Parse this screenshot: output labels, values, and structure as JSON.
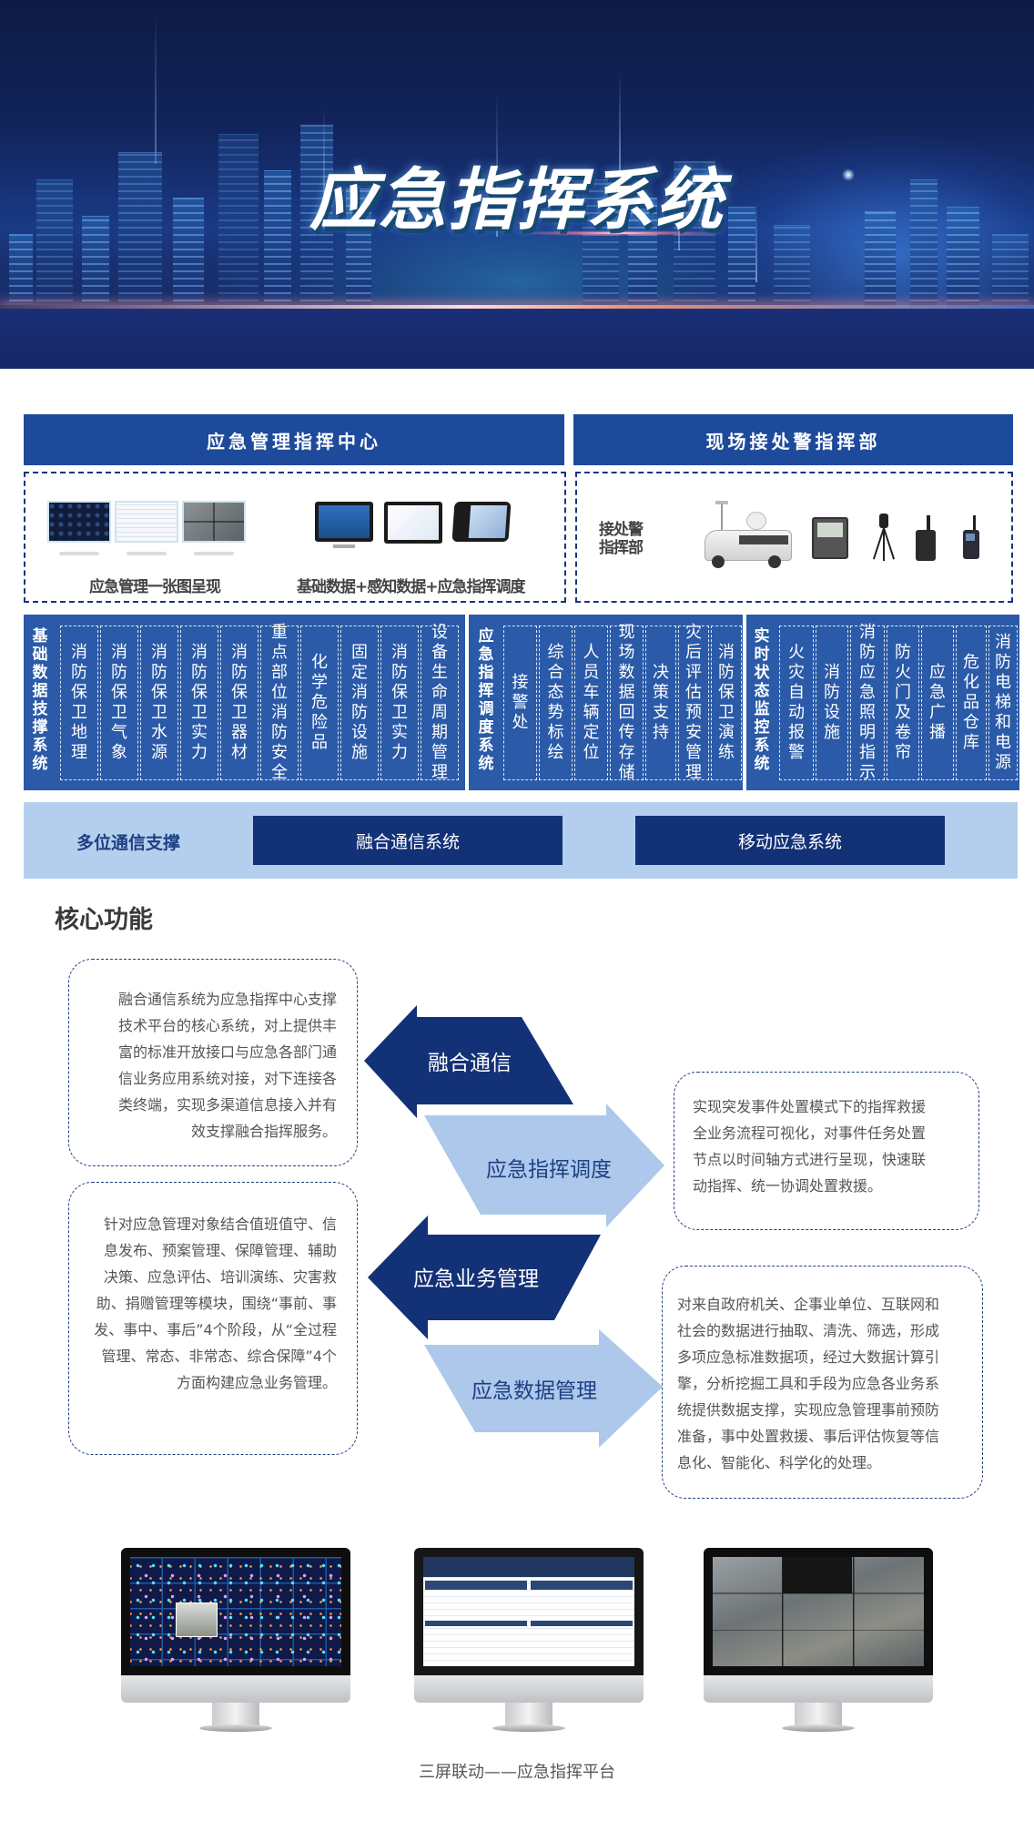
{
  "banner": {
    "title": "应急指挥系统"
  },
  "top": {
    "left_header": "应急管理指挥中心",
    "right_header": "现场接处警指挥部",
    "left_panel": {
      "caption_left": "应急管理一张图呈现",
      "caption_right": "基础数据+感知数据+应急指挥调度",
      "monitors": [
        "map-screen",
        "table-screen",
        "camera-screen"
      ],
      "devices": [
        "desktop-monitor",
        "tablet",
        "video-phone"
      ]
    },
    "right_panel": {
      "label_line1": "接处警",
      "label_line2": "指挥部",
      "devices": [
        "command-vehicle",
        "portable-case",
        "tripod-camera",
        "handheld-terminal",
        "walkie-talkie"
      ]
    }
  },
  "systems": [
    {
      "title": "基础数据技撑系统",
      "items": [
        "消防保卫地理",
        "消防保卫气象",
        "消防保卫水源",
        "消防保卫实力",
        "消防保卫器材",
        "重点部位消防安全",
        "化学危险品",
        "固定消防设施",
        "消防保卫实力",
        "设备生命周期管理"
      ]
    },
    {
      "title": "应急指挥调度系统",
      "items": [
        "接警处",
        "综合态势标绘",
        "人员车辆定位",
        "现场数据回传存储",
        "决策支持",
        "灾后评估预安管理",
        "消防保卫演练"
      ]
    },
    {
      "title": "实时状态监控系统",
      "items": [
        "火灾自动报警",
        "消防设施",
        "消防应急照明指示",
        "防火门及卷帘",
        "应急广播",
        "危化品仓库",
        "消防电梯和电源"
      ]
    }
  ],
  "comm": {
    "label": "多位通信支撑",
    "buttons": [
      "融合通信系统",
      "移动应急系统"
    ]
  },
  "core": {
    "title": "核心功能",
    "arrows": [
      {
        "label": "融合通信",
        "direction": "left",
        "color": "#133177"
      },
      {
        "label": "应急指挥调度",
        "direction": "right",
        "color": "#adc8ea"
      },
      {
        "label": "应急业务管理",
        "direction": "left",
        "color": "#133177"
      },
      {
        "label": "应急数据管理",
        "direction": "right",
        "color": "#adc8ea"
      }
    ],
    "descriptions": {
      "fusion_comm": "融合通信系统为应急指挥中心支撑\n技术平台的核心系统，对上提供丰\n富的标准开放接口与应急各部门通\n信业务应用系统对接，对下连接各\n类终端，实现多渠道信息接入并有\n效支撑融合指挥服务。",
      "command_dispatch": "实现突发事件处置模式下的指挥救援\n全业务流程可视化，对事件任务处置\n节点以时间轴方式进行呈现，快速联\n动指挥、统一协调处置救援。",
      "business_mgmt": "针对应急管理对象结合值班值守、信\n息发布、预案管理、保障管理、辅助\n决策、应急评估、培训演练、灾害救\n助、捐赠管理等模块，围绕“事前、事\n发、事中、事后”4个阶段，从“全过程\n管理、常态、非常态、综合保障”4个\n方面构建应急业务管理。",
      "data_mgmt": "对来自政府机关、企事业单位、互联网和\n社会的数据进行抽取、清洗、筛选，形成\n多项应急标准数据项，经过大数据计算引\n擎，分析挖掘工具和手段为应急各业务系\n统提供数据支撑，实现应急管理事前预防\n准备，事中处置救援、事后评估恢复等信\n息化、智能化、科学化的处理。"
    }
  },
  "platform": {
    "screens": [
      "map-monitor",
      "dispatch-form-monitor",
      "video-wall-monitor"
    ],
    "caption": "三屏联动——应急指挥平台"
  },
  "colors": {
    "header_blue": "#1e4a9c",
    "system_blue": "#2a5aa8",
    "navy": "#133177",
    "light_blue": "#b4cfee",
    "dashed_border": "#17367a"
  }
}
